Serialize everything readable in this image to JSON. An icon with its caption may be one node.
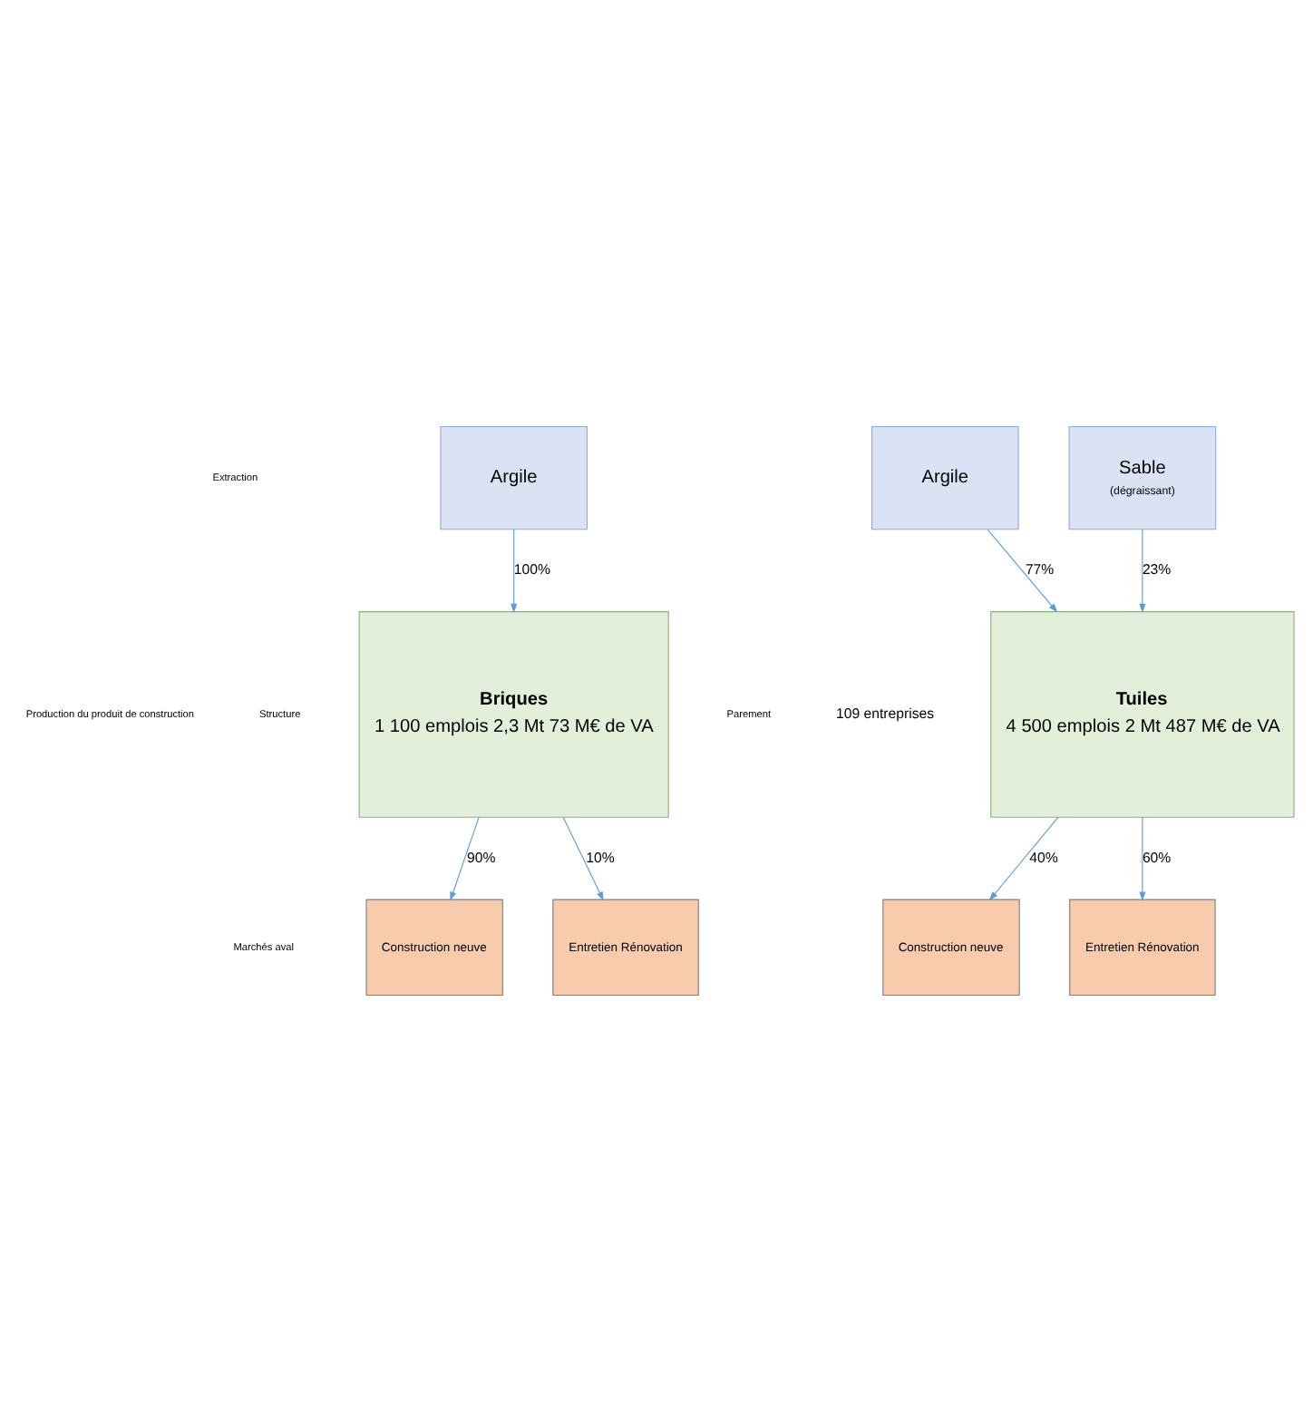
{
  "diagram": {
    "nodes": [
      {
        "text": [
          "Argile"
        ]
      },
      {
        "text": [
          "Argile"
        ]
      },
      {
        "text": [
          "Sable",
          "(dégraissant)"
        ]
      },
      {
        "text": [
          "Briques",
          "1 100 emplois 2,3 Mt 73 M€ de VA"
        ]
      },
      {
        "text": [
          "Tuiles",
          "4 500 emplois 2 Mt 487 M€ de VA"
        ]
      },
      {
        "text": [
          "Construction neuve"
        ]
      },
      {
        "text": [
          "Entretien Rénovation"
        ]
      },
      {
        "text": [
          "Construction neuve"
        ]
      },
      {
        "text": [
          "Entretien Rénovation"
        ]
      }
    ],
    "edges": [
      {
        "from": 0,
        "to": 3,
        "arrow": "to",
        "label": "100%"
      },
      {
        "from": 1,
        "to": 4,
        "arrow": "to",
        "label": "77%"
      },
      {
        "from": 2,
        "to": 4,
        "arrow": "to",
        "label": "23%"
      },
      {
        "from": 3,
        "to": 5,
        "arrow": "to",
        "label": "90%"
      },
      {
        "from": 3,
        "to": 6,
        "arrow": "to",
        "label": "10%"
      },
      {
        "from": 4,
        "to": 7,
        "arrow": "to",
        "label": "40%"
      },
      {
        "from": 4,
        "to": 8,
        "arrow": "to",
        "label": "60%"
      }
    ],
    "labels": [
      "Extraction",
      "Structure",
      "Parement",
      "Production du produit de construction",
      "109 entreprises",
      "Marchés aval"
    ]
  }
}
